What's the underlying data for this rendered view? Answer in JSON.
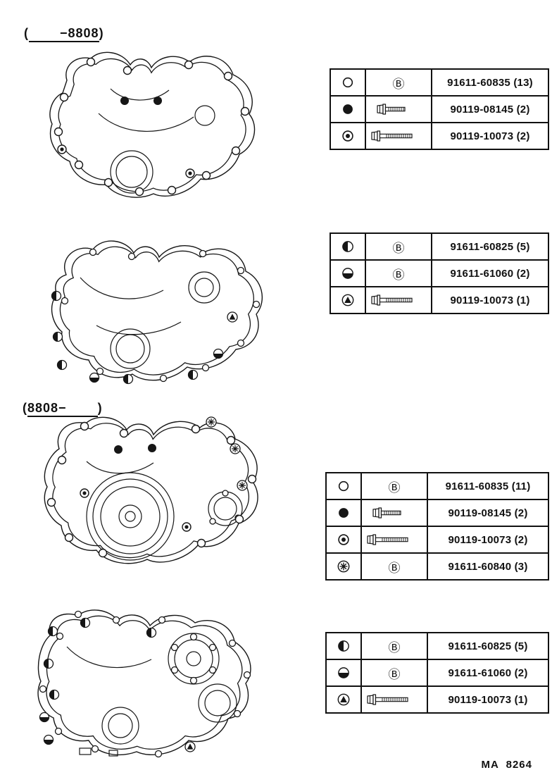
{
  "labels": {
    "early": {
      "open": "(",
      "value": "−8808",
      "close": ")"
    },
    "late": {
      "open": "(",
      "value": "8808−",
      "close": ")"
    }
  },
  "footer_code": "MA  8264",
  "glyphs": {
    "letter_b": "Ⓑ"
  },
  "symbols": {
    "open_circle": "open-circle",
    "filled_circle": "filled-circle",
    "fisheye_circle": "fisheye-circle",
    "half_left_circle": "half-left-circle",
    "half_bottom_circle": "half-bottom-circle",
    "star_circle": "star-circle",
    "triangle_circle": "triangle-circle"
  },
  "tables": [
    {
      "name": "early-cover-table-1",
      "rows": [
        {
          "symbol": "open-circle",
          "fastener": "screw-b",
          "part_no": "91611-60835 (13)"
        },
        {
          "symbol": "filled-circle",
          "fastener": "bolt-short",
          "part_no": "90119-08145 (2)"
        },
        {
          "symbol": "fisheye-circle",
          "fastener": "bolt-long",
          "part_no": "90119-10073 (2)"
        }
      ]
    },
    {
      "name": "early-cover-table-2",
      "rows": [
        {
          "symbol": "half-left-circle",
          "fastener": "screw-b",
          "part_no": "91611-60825 (5)"
        },
        {
          "symbol": "half-bottom-circle",
          "fastener": "screw-b",
          "part_no": "91611-61060 (2)"
        },
        {
          "symbol": "triangle-circle",
          "fastener": "bolt-long",
          "part_no": "90119-10073 (1)"
        }
      ]
    },
    {
      "name": "late-cover-table-1",
      "rows": [
        {
          "symbol": "open-circle",
          "fastener": "screw-b",
          "part_no": "91611-60835 (11)"
        },
        {
          "symbol": "filled-circle",
          "fastener": "bolt-short",
          "part_no": "90119-08145 (2)"
        },
        {
          "symbol": "fisheye-circle",
          "fastener": "bolt-long",
          "part_no": "90119-10073 (2)"
        },
        {
          "symbol": "star-circle",
          "fastener": "screw-b",
          "part_no": "91611-60840 (3)"
        }
      ]
    },
    {
      "name": "late-cover-table-2",
      "rows": [
        {
          "symbol": "half-left-circle",
          "fastener": "screw-b",
          "part_no": "91611-60825 (5)"
        },
        {
          "symbol": "half-bottom-circle",
          "fastener": "screw-b",
          "part_no": "91611-61060 (2)"
        },
        {
          "symbol": "triangle-circle",
          "fastener": "bolt-long",
          "part_no": "90119-10073 (1)"
        }
      ]
    }
  ]
}
